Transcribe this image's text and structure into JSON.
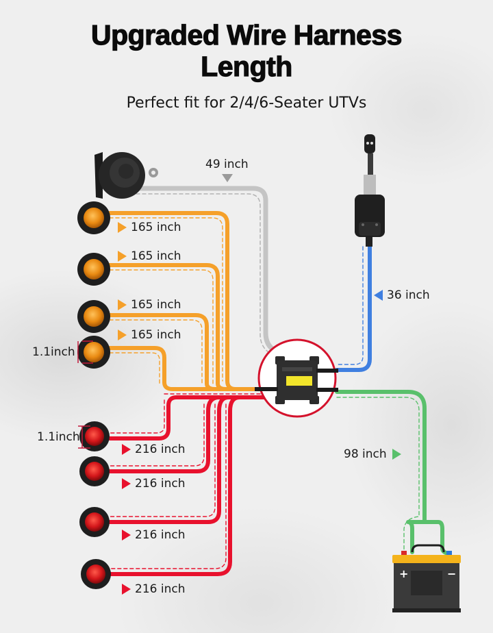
{
  "header": {
    "title_line1": "Upgraded Wire Harness",
    "title_line2": "Length",
    "subtitle": "Perfect fit for 2/4/6-Seater UTVs"
  },
  "colors": {
    "horn_wire": "#bdbdbd",
    "amber_wire": "#f5a02a",
    "red_wire": "#e8112d",
    "switch_wire": "#3f7fe0",
    "battery_wire": "#59c06b",
    "controller_ring": "#d4122c",
    "battery_top": "#f4b31b",
    "battery_body": "#3a3a3a"
  },
  "components": {
    "horn": {
      "icon": "horn-icon",
      "wire_length": "49 inch"
    },
    "turn_signal_switch": {
      "icon": "turn-signal-switch-icon",
      "wire_length": "36 inch"
    },
    "controller": {
      "icon": "controller-box-icon"
    },
    "battery": {
      "icon": "battery-icon",
      "plus": "+",
      "minus": "−",
      "wire_length": "98 inch"
    },
    "amber_lights": [
      {
        "label": "165 inch"
      },
      {
        "label": "165 inch"
      },
      {
        "label": "165 inch"
      },
      {
        "label": "165 inch"
      }
    ],
    "red_lights": [
      {
        "label": "216 inch"
      },
      {
        "label": "216 inch"
      },
      {
        "label": "216 inch"
      },
      {
        "label": "216 inch"
      }
    ],
    "light_diameter_amber": "1.1inch",
    "light_diameter_red": "1.1inch"
  }
}
